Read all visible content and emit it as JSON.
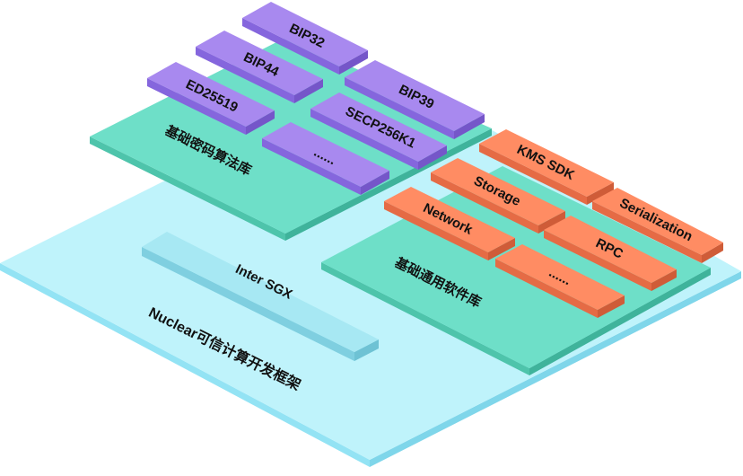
{
  "colors": {
    "base_top": "#bff3fb",
    "base_side": "#93e3f4",
    "green_top": "#6edfc8",
    "green_side": "#4ec4ab",
    "purple_top": "#a889ef",
    "purple_side": "#8566dd",
    "orange_top": "#ff8c63",
    "orange_side": "#e56b45",
    "sgx_top": "#a7e8f3",
    "sgx_side": "#7fcfe0"
  },
  "framework": {
    "label": "Nuclear可信计算开发框架"
  },
  "sgx": {
    "label": "Inter SGX"
  },
  "crypto_lib": {
    "label": "基础密码算法库",
    "blocks": [
      {
        "id": "bip32",
        "label": "BIP32"
      },
      {
        "id": "bip44",
        "label": "BIP44"
      },
      {
        "id": "bip39",
        "label": "BIP39"
      },
      {
        "id": "ed25519",
        "label": "ED25519"
      },
      {
        "id": "secp256k1",
        "label": "SECP256K1"
      },
      {
        "id": "more",
        "label": "......"
      }
    ]
  },
  "software_lib": {
    "label": "基础通用软件库",
    "blocks": [
      {
        "id": "kms-sdk",
        "label": "KMS SDK"
      },
      {
        "id": "storage",
        "label": "Storage"
      },
      {
        "id": "network",
        "label": "Network"
      },
      {
        "id": "serialization",
        "label": "Serialization"
      },
      {
        "id": "rpc",
        "label": "RPC"
      },
      {
        "id": "more",
        "label": "......"
      }
    ]
  }
}
